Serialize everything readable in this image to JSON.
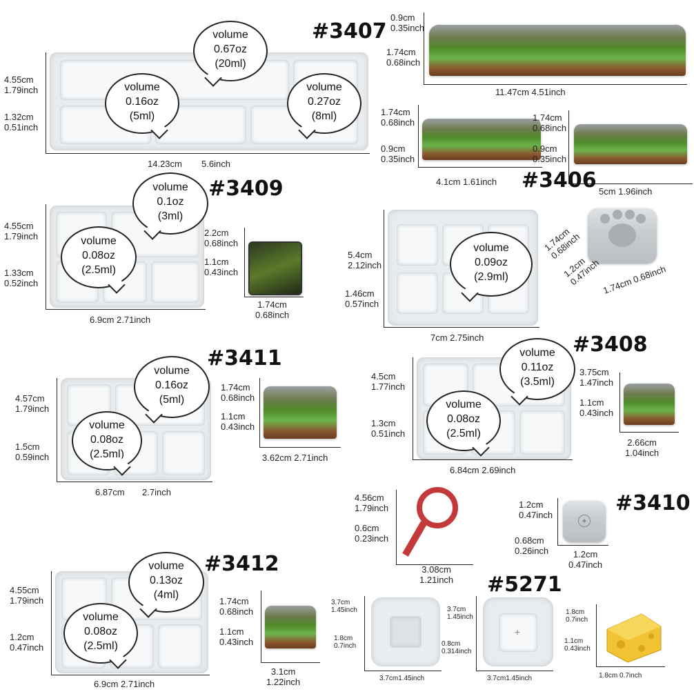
{
  "products": {
    "p3407": {
      "code": "#3407",
      "mold_height": [
        "4.55cm",
        "1.79inch"
      ],
      "cavity_height": [
        "1.32cm",
        "0.51inch"
      ],
      "mold_width": [
        "14.23cm",
        "5.6inch"
      ],
      "bubble_a": [
        "volume",
        "0.67oz",
        "(20ml)"
      ],
      "bubble_b": [
        "volume",
        "0.16oz",
        "(5ml)"
      ],
      "bubble_c": [
        "volume",
        "0.27oz",
        "(8ml)"
      ],
      "key1": {
        "top": [
          "0.9cm",
          "0.35inch"
        ],
        "height": [
          "1.74cm",
          "0.68inch"
        ],
        "width": "11.47cm 4.51inch"
      },
      "key2": {
        "height": [
          "1.74cm",
          "0.68inch"
        ],
        "top": [
          "0.9cm",
          "0.35inch"
        ],
        "width": "4.1cm 1.61inch"
      },
      "key3": {
        "height": [
          "1.74cm",
          "0.68inch"
        ],
        "top": [
          "0.9cm",
          "0.35inch"
        ],
        "width": "5cm 1.96inch"
      }
    },
    "p3409": {
      "code": "#3409",
      "mold_height": [
        "4.55cm",
        "1.79inch"
      ],
      "cavity_height": [
        "1.33cm",
        "0.52inch"
      ],
      "mold_width": "6.9cm 2.71inch",
      "bubble_a": [
        "volume",
        "0.1oz",
        "(3ml)"
      ],
      "bubble_b": [
        "volume",
        "0.08oz",
        "(2.5ml)"
      ],
      "key": {
        "height": [
          "2.2cm",
          "0.68inch"
        ],
        "top": [
          "1.1cm",
          "0.43inch"
        ],
        "width": [
          "1.74cm",
          "0.68inch"
        ]
      }
    },
    "p3406": {
      "code": "#3406",
      "mold_height": [
        "5.4cm",
        "2.12inch"
      ],
      "cavity_height": [
        "1.46cm",
        "0.57inch"
      ],
      "mold_width": "7cm 2.75inch",
      "bubble": [
        "volume",
        "0.09oz",
        "(2.9ml)"
      ],
      "key": {
        "height": [
          "1.74cm",
          "0.68inch"
        ],
        "top": [
          "1.2cm",
          "0.47inch"
        ],
        "width": "1.74cm 0.68inch"
      }
    },
    "p3411": {
      "code": "#3411",
      "mold_height": [
        "4.57cm",
        "1.79inch"
      ],
      "cavity_height": [
        "1.5cm",
        "0.59inch"
      ],
      "mold_width": "6.87cm",
      "mold_width_in": "2.7inch",
      "bubble_a": [
        "volume",
        "0.16oz",
        "(5ml)"
      ],
      "bubble_b": [
        "volume",
        "0.08oz",
        "(2.5ml)"
      ],
      "key": {
        "height": [
          "1.74cm",
          "0.68inch"
        ],
        "top": [
          "1.1cm",
          "0.43inch"
        ],
        "width": "3.62cm 2.71inch"
      }
    },
    "p3408": {
      "code": "#3408",
      "mold_height": [
        "4.5cm",
        "1.77inch"
      ],
      "cavity_height": [
        "1.3cm",
        "0.51inch"
      ],
      "mold_width": "6.84cm 2.69inch",
      "bubble_a": [
        "volume",
        "0.11oz",
        "(3.5ml)"
      ],
      "bubble_b": [
        "volume",
        "0.08oz",
        "(2.5ml)"
      ],
      "key": {
        "height": [
          "3.75cm",
          "1.47inch"
        ],
        "top": [
          "1.1cm",
          "0.43inch"
        ],
        "width": [
          "2.66cm",
          "1.04inch"
        ]
      }
    },
    "puller": {
      "height": [
        "4.56cm",
        "1.79inch"
      ],
      "top": [
        "0.6cm",
        "0.23inch"
      ],
      "width": [
        "3.08cm",
        "1.21inch"
      ]
    },
    "p3410": {
      "code": "#3410",
      "height": [
        "1.2cm",
        "0.47inch"
      ],
      "depth": [
        "0.68cm",
        "0.26inch"
      ],
      "width": [
        "1.2cm",
        "0.47inch"
      ]
    },
    "p3412": {
      "code": "#3412",
      "mold_height": [
        "4.55cm",
        "1.79inch"
      ],
      "cavity_height": [
        "1.2cm",
        "0.47inch"
      ],
      "mold_width": "6.9cm 2.71inch",
      "bubble_a": [
        "volume",
        "0.13oz",
        "(4ml)"
      ],
      "bubble_b": [
        "volume",
        "0.08oz",
        "(2.5ml)"
      ],
      "key": {
        "height": [
          "1.74cm",
          "0.68inch"
        ],
        "top": [
          "1.1cm",
          "0.43inch"
        ],
        "width": [
          "3.1cm",
          "1.22inch"
        ]
      }
    },
    "p5271": {
      "code": "#5271",
      "moldA": {
        "height": [
          "3.7cm",
          "1.45inch"
        ],
        "depth": [
          "1.8cm",
          "0.7inch"
        ],
        "width": "3.7cm1.45inch"
      },
      "moldB": {
        "height": [
          "3.7cm",
          "1.45inch"
        ],
        "depth": [
          "0.8cm",
          "0.314inch"
        ],
        "width": "3.7cm1.45inch"
      },
      "cheese": {
        "height": [
          "1.8cm",
          "0.7inch"
        ],
        "top": [
          "1.1cm",
          "0.43inch"
        ],
        "width": "1.8cm 0.7inch"
      }
    }
  }
}
